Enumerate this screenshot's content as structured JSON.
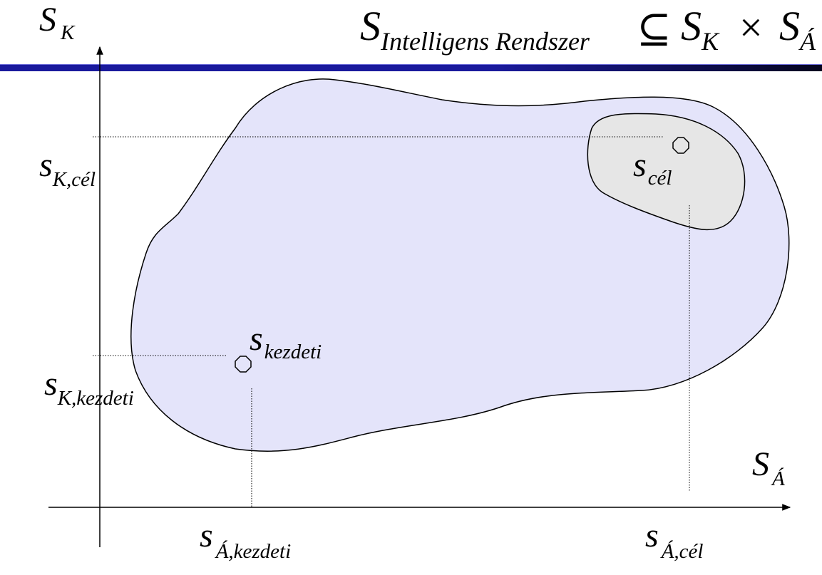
{
  "title": {
    "main": "S",
    "subscript": "Intelligens Rendszer",
    "relation": "⊆",
    "factor1": "S",
    "factor1_sub": "K",
    "times": "×",
    "factor2": "S",
    "factor2_sub": "Á"
  },
  "axes": {
    "y_label": "S",
    "y_sub": "K",
    "x_label": "S",
    "x_sub": "Á"
  },
  "labels": {
    "s_K_cel": "s",
    "s_K_cel_sub": "K,cél",
    "s_K_kezdeti": "s",
    "s_K_kezdeti_sub": "K,kezdeti",
    "s_A_kezdeti": "s",
    "s_A_kezdeti_sub": "Á,kezdeti",
    "s_A_cel": "s",
    "s_A_cel_sub": "Á,cél",
    "s_kezdeti": "s",
    "s_kezdeti_sub": "kezdeti",
    "s_cel": "s",
    "s_cel_sub": "cél"
  },
  "colors": {
    "header_bar": "#1a1a9c",
    "state_space_fill": "#e4e4fa",
    "goal_region_fill": "#e6e6e6",
    "line": "#000000"
  }
}
